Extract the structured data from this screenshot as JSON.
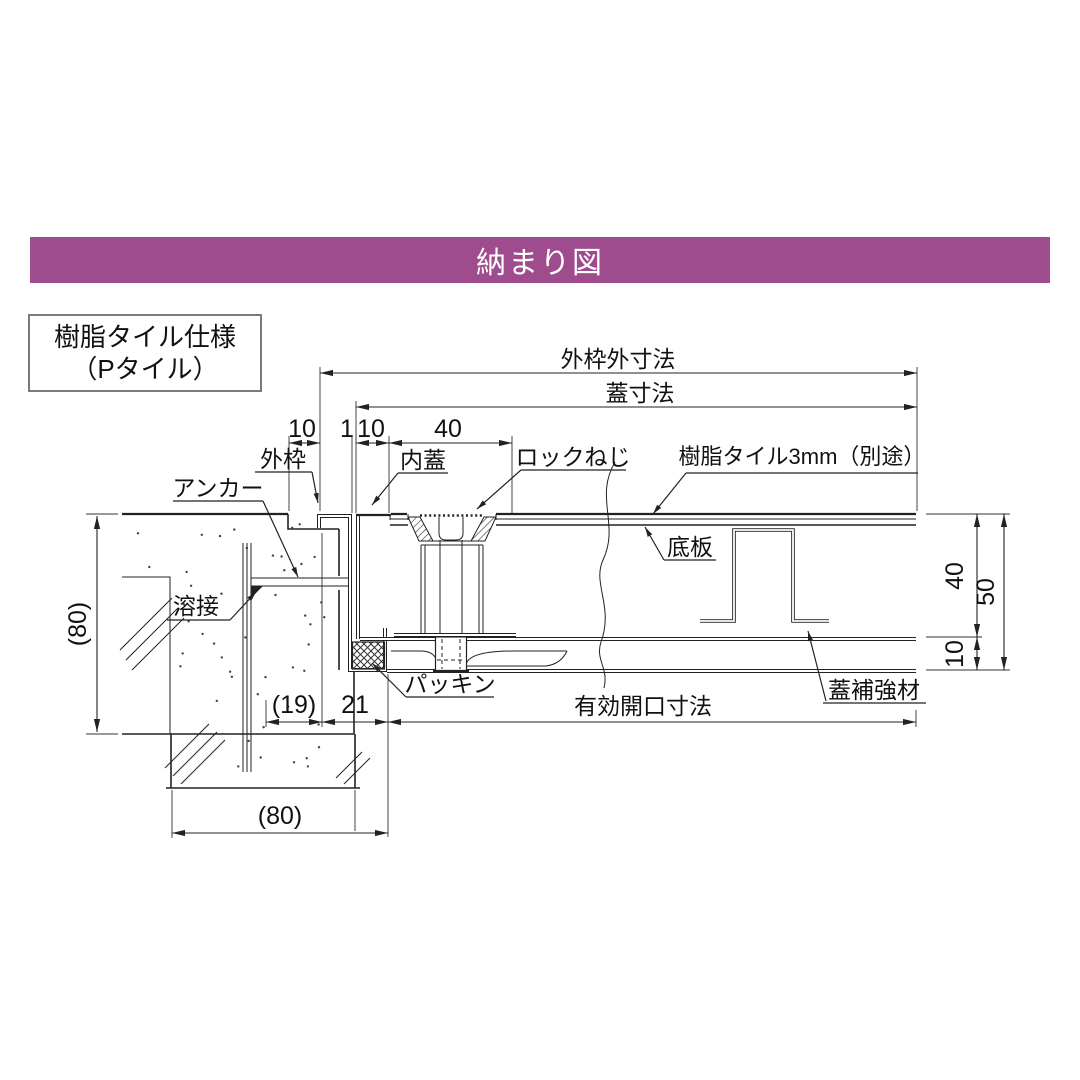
{
  "header": {
    "title": "納まり図",
    "bg_color": "#9E4C8E"
  },
  "spec_box": {
    "line1": "樹脂タイル仕様",
    "line2": "（Pタイル）"
  },
  "drawing": {
    "dim_labels": {
      "outer_frame_outer": "外枠外寸法",
      "lid": "蓋寸法",
      "effective_opening": "有効開口寸法",
      "d10a": "10",
      "d1": "1",
      "d10b": "10",
      "d40_top": "40",
      "d40_right": "40",
      "d50_right": "50",
      "d10_right": "10",
      "d80_left": "(80)",
      "d19": "(19)",
      "d21": "21",
      "d80_bottom": "(80)"
    },
    "part_labels": {
      "outer_frame": "外枠",
      "inner_lid": "内蓋",
      "lock_screw": "ロックねじ",
      "resin_tile": "樹脂タイル3mm（別途）",
      "bottom_plate": "底板",
      "anchor": "アンカー",
      "weld": "溶接",
      "packing": "パッキン",
      "lid_reinforcement": "蓋補強材"
    }
  }
}
